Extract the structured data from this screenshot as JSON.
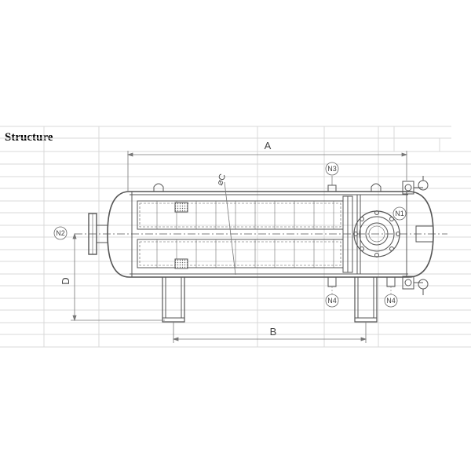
{
  "heading": "Structure",
  "dimensions": {
    "length": "A",
    "support_spacing": "B",
    "diameter": "⌀C",
    "height": "D"
  },
  "nozzles": {
    "n1": "N1",
    "n2": "N2",
    "n3": "N3",
    "n4_left": "N4",
    "n4_right": "N4"
  },
  "colors": {
    "line": "#555555",
    "grid": "#d8d8d8"
  }
}
